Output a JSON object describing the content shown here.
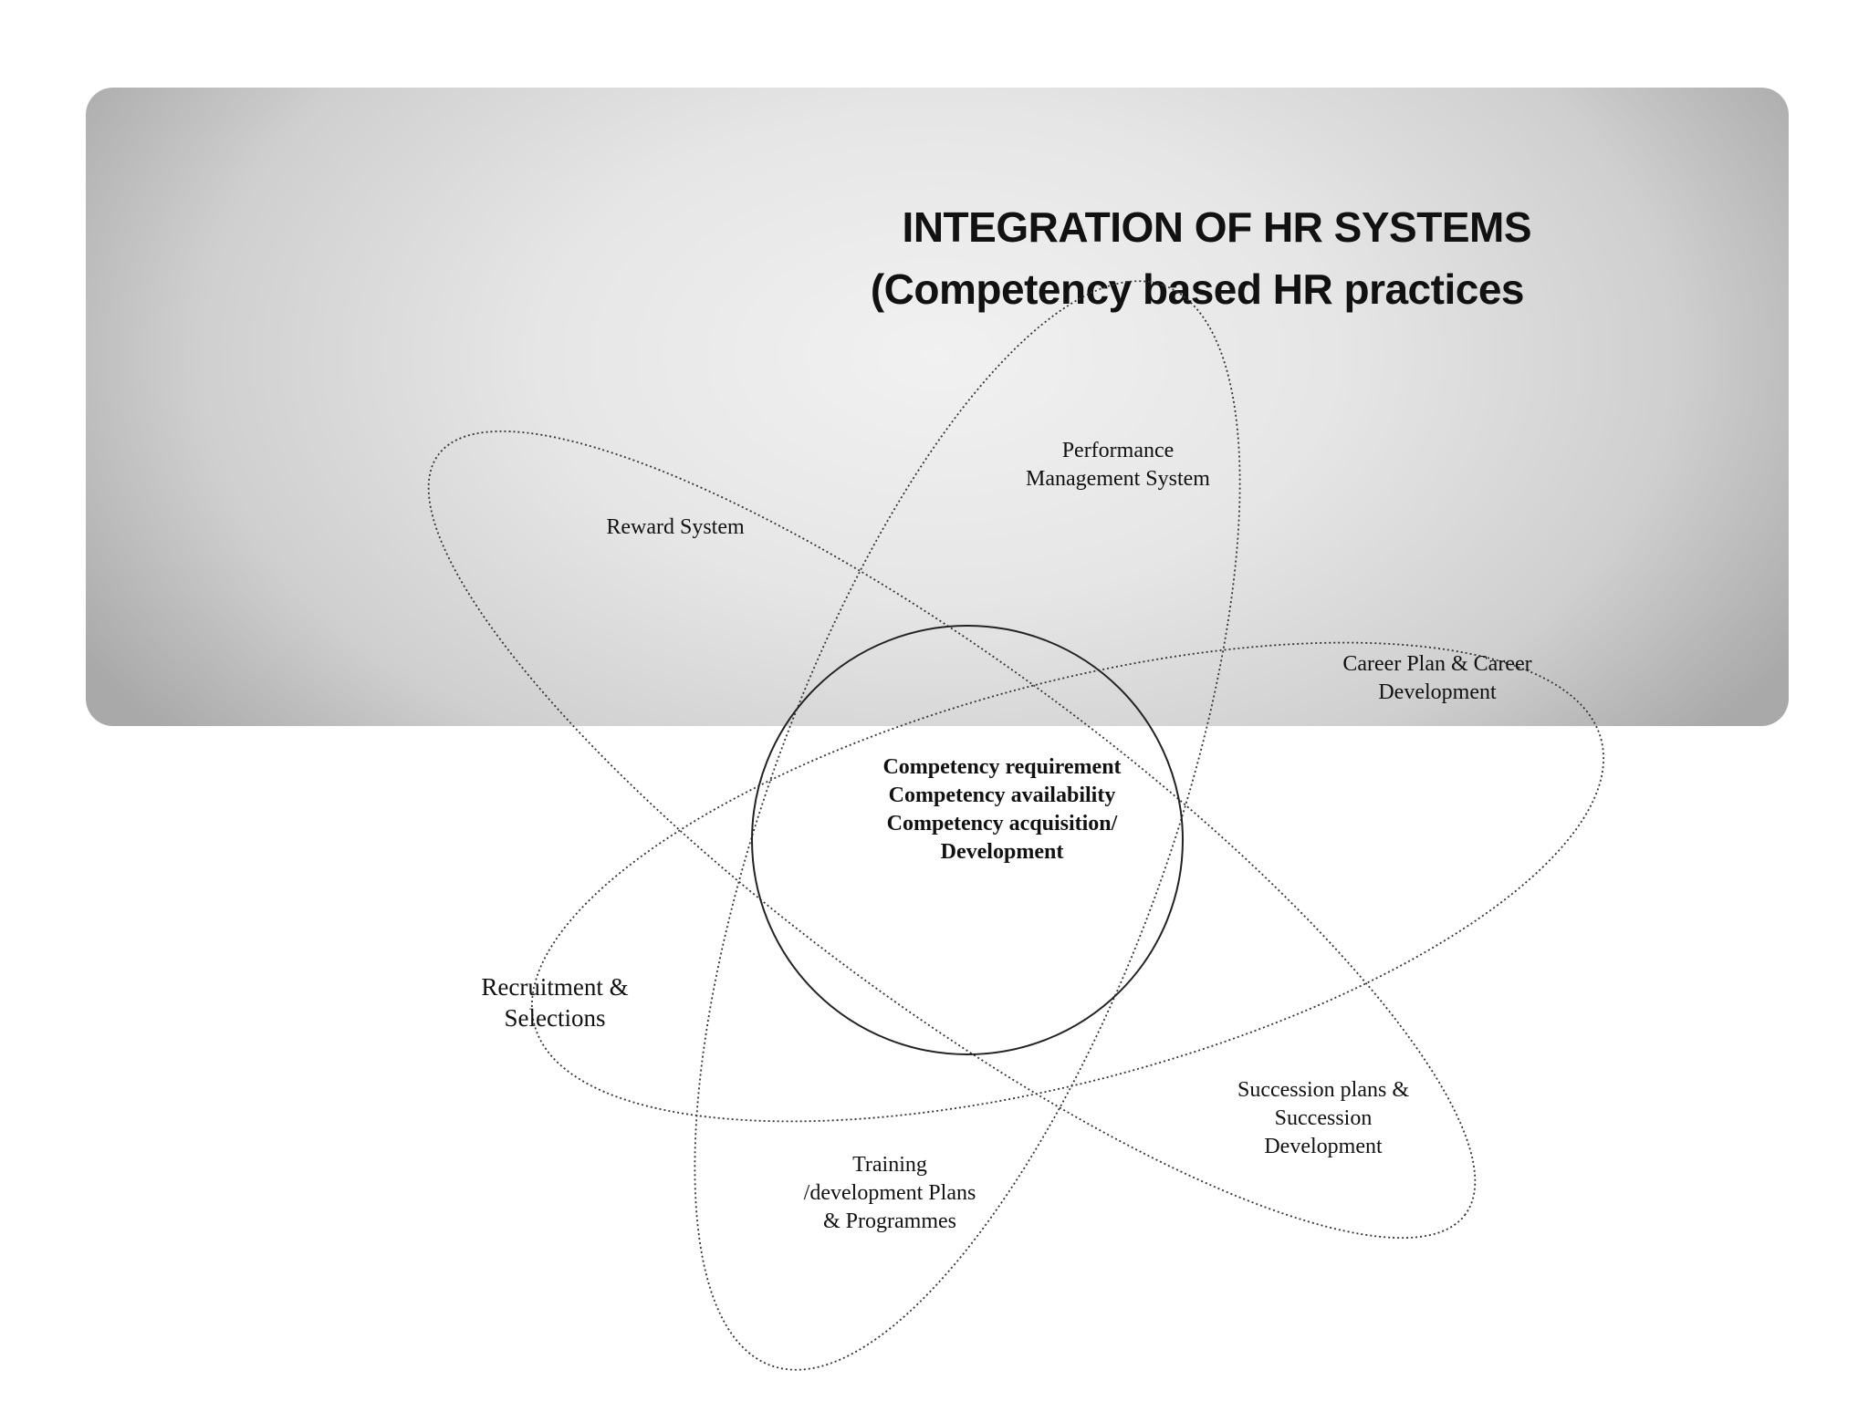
{
  "title": {
    "line1": "INTEGRATION OF HR SYSTEMS",
    "line2": "(Competency based HR practices"
  },
  "center": {
    "lines": [
      "Competency requirement",
      "Competency availability",
      "Competency acquisition/",
      "Development"
    ]
  },
  "systems": {
    "performance": [
      "Performance",
      "Management System"
    ],
    "reward": [
      "Reward System"
    ],
    "career": [
      "Career Plan & Career",
      "Development"
    ],
    "recruitment": [
      "Recruitment &",
      "Selections"
    ],
    "succession": [
      "Succession plans &",
      "Succession",
      "Development"
    ],
    "training": [
      "Training",
      "/development Plans",
      "& Programmes"
    ]
  },
  "colors": {
    "banner_center": "#f1f1f1",
    "banner_edge": "#a9a9a9",
    "text": "#111111",
    "orbit_stroke": "#333333"
  }
}
